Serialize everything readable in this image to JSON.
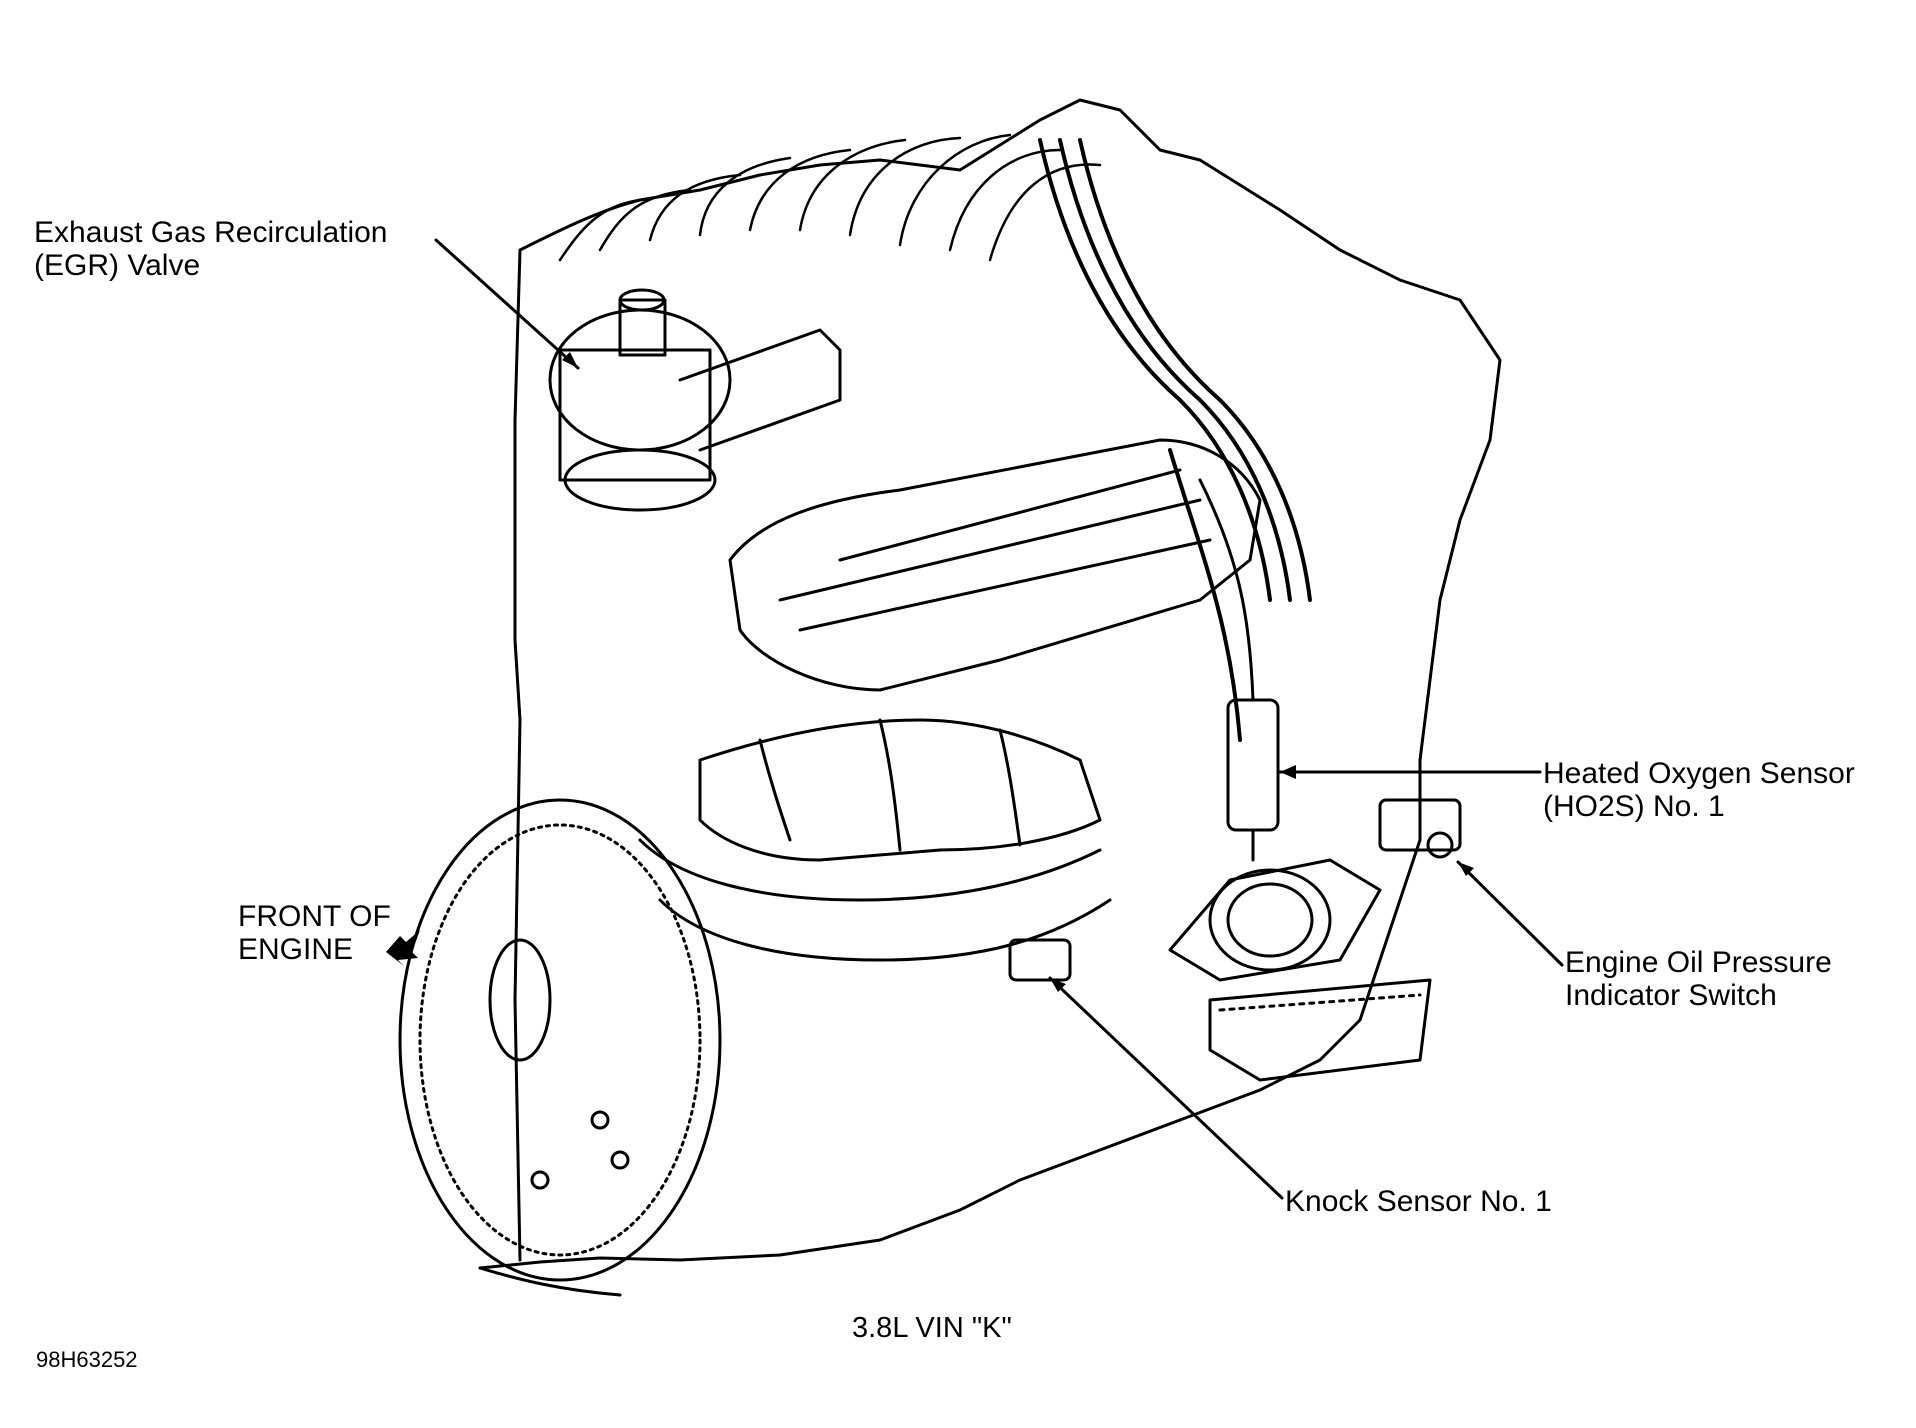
{
  "diagram": {
    "callouts": {
      "egr_valve": [
        "Exhaust Gas Recirculation",
        "(EGR) Valve"
      ],
      "heated_oxygen_sensor": [
        "Heated Oxygen Sensor",
        "(HO2S) No. 1"
      ],
      "oil_pressure_switch": [
        "Engine Oil Pressure",
        "Indicator Switch"
      ],
      "knock_sensor": "Knock Sensor No. 1",
      "front_of_engine": [
        "FRONT OF",
        "ENGINE"
      ]
    },
    "caption": "3.8L VIN \"K\"",
    "figure_id": "98H63252",
    "colors": {
      "ink": "#000000",
      "paper": "#ffffff"
    }
  }
}
